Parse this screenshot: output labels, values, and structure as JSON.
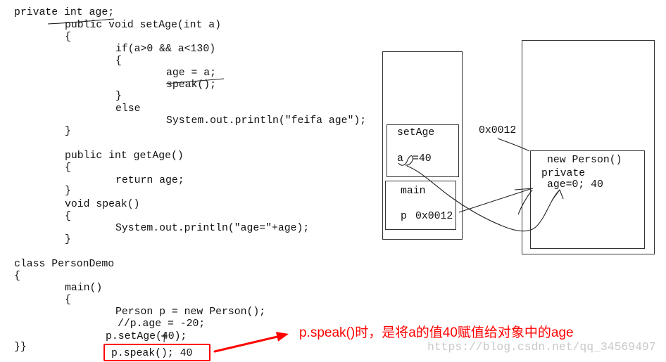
{
  "code": {
    "lines": [
      "private int age;",
      "public void setAge(int a)",
      "{",
      "if(a>0 && a<130)",
      "{",
      "age = a;",
      "speak();",
      "}",
      "else",
      "System.out.println(\"feifa age\");",
      "}",
      "public int getAge()",
      "{",
      "return age;",
      "}",
      "void speak()",
      "{",
      "System.out.println(\"age=\"+age);",
      "}",
      "class PersonDemo",
      "{",
      "main()",
      "{",
      "Person p = new Person();",
      "//p.age = -20;",
      "p.setAge(40);",
      "}}",
      "p.speak(); 40"
    ]
  },
  "stack": {
    "setAge_frame": {
      "label": "setAge",
      "var_name": "a",
      "var_value": "=40"
    },
    "main_frame": {
      "label": "main",
      "var_name": "p",
      "var_value": "0x0012"
    }
  },
  "heap": {
    "address_label": "0x0012",
    "object": {
      "title": "new Person()",
      "modifier": "private",
      "field": "age=0; 40"
    }
  },
  "annotation": {
    "note": "p.speak()时，是将a的值40赋值给对象中的age"
  },
  "watermark": "https://blog.csdn.net/qq_34569497",
  "colors": {
    "annotation_red": "#ff0000",
    "ink": "#111111",
    "box_stroke": "#333333",
    "watermark": "#c9c9c9"
  }
}
